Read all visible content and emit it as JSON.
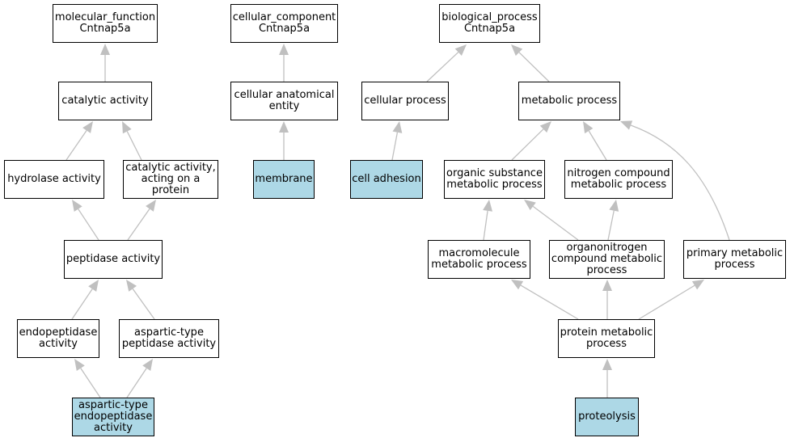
{
  "colors": {
    "highlight_fill": "#add8e6",
    "edge": "#c0c0c0",
    "border": "#000000"
  },
  "nodes": [
    {
      "id": "mf_root",
      "label": "molecular_function\nCntnap5a",
      "highlighted": false
    },
    {
      "id": "cc_root",
      "label": "cellular_component\nCntnap5a",
      "highlighted": false
    },
    {
      "id": "bp_root",
      "label": "biological_process\nCntnap5a",
      "highlighted": false
    },
    {
      "id": "catalytic",
      "label": "catalytic activity",
      "highlighted": false
    },
    {
      "id": "cellular_anatomical",
      "label": "cellular anatomical\nentity",
      "highlighted": false
    },
    {
      "id": "cellular_process",
      "label": "cellular process",
      "highlighted": false
    },
    {
      "id": "metabolic",
      "label": "metabolic process",
      "highlighted": false
    },
    {
      "id": "hydrolase",
      "label": "hydrolase activity",
      "highlighted": false
    },
    {
      "id": "cat_protein",
      "label": "catalytic activity,\nacting on a\nprotein",
      "highlighted": false
    },
    {
      "id": "membrane",
      "label": "membrane",
      "highlighted": true
    },
    {
      "id": "cell_adhesion",
      "label": "cell adhesion",
      "highlighted": true
    },
    {
      "id": "organic_subst",
      "label": "organic substance\nmetabolic process",
      "highlighted": false
    },
    {
      "id": "nitrogen_comp",
      "label": "nitrogen compound\nmetabolic process",
      "highlighted": false
    },
    {
      "id": "peptidase",
      "label": "peptidase activity",
      "highlighted": false
    },
    {
      "id": "macromolecule",
      "label": "macromolecule\nmetabolic process",
      "highlighted": false
    },
    {
      "id": "organonitrogen",
      "label": "organonitrogen\ncompound metabolic\nprocess",
      "highlighted": false
    },
    {
      "id": "primary_metab",
      "label": "primary metabolic\nprocess",
      "highlighted": false
    },
    {
      "id": "endopeptidase",
      "label": "endopeptidase\nactivity",
      "highlighted": false
    },
    {
      "id": "aspartic_pept",
      "label": "aspartic-type\npeptidase activity",
      "highlighted": false
    },
    {
      "id": "protein_metab",
      "label": "protein metabolic\nprocess",
      "highlighted": false
    },
    {
      "id": "aspartic_endo",
      "label": "aspartic-type\nendopeptidase\nactivity",
      "highlighted": true
    },
    {
      "id": "proteolysis",
      "label": "proteolysis",
      "highlighted": true
    }
  ],
  "edges": [
    {
      "from": "catalytic",
      "to": "mf_root"
    },
    {
      "from": "hydrolase",
      "to": "catalytic"
    },
    {
      "from": "cat_protein",
      "to": "catalytic"
    },
    {
      "from": "peptidase",
      "to": "hydrolase"
    },
    {
      "from": "peptidase",
      "to": "cat_protein"
    },
    {
      "from": "endopeptidase",
      "to": "peptidase"
    },
    {
      "from": "aspartic_pept",
      "to": "peptidase"
    },
    {
      "from": "aspartic_endo",
      "to": "endopeptidase"
    },
    {
      "from": "aspartic_endo",
      "to": "aspartic_pept"
    },
    {
      "from": "cellular_anatomical",
      "to": "cc_root"
    },
    {
      "from": "membrane",
      "to": "cellular_anatomical"
    },
    {
      "from": "cellular_process",
      "to": "bp_root"
    },
    {
      "from": "metabolic",
      "to": "bp_root"
    },
    {
      "from": "cell_adhesion",
      "to": "cellular_process"
    },
    {
      "from": "organic_subst",
      "to": "metabolic"
    },
    {
      "from": "nitrogen_comp",
      "to": "metabolic"
    },
    {
      "from": "primary_metab",
      "to": "metabolic"
    },
    {
      "from": "macromolecule",
      "to": "organic_subst"
    },
    {
      "from": "organonitrogen",
      "to": "organic_subst"
    },
    {
      "from": "organonitrogen",
      "to": "nitrogen_comp"
    },
    {
      "from": "protein_metab",
      "to": "macromolecule"
    },
    {
      "from": "protein_metab",
      "to": "organonitrogen"
    },
    {
      "from": "protein_metab",
      "to": "primary_metab"
    },
    {
      "from": "proteolysis",
      "to": "protein_metab"
    }
  ]
}
